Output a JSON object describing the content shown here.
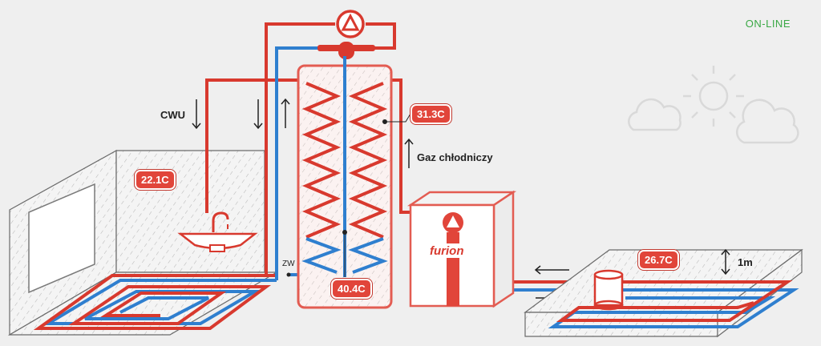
{
  "status": {
    "text": "ON-LINE",
    "color": "#3aa845"
  },
  "labels": {
    "cwu": "CWU",
    "gas": "Gaz chłodniczy",
    "zw": "ZW",
    "depth": "1m",
    "brand": "furion"
  },
  "readings": {
    "room_temp": "22.1C",
    "tank_top_temp": "31.3C",
    "tank_bottom_temp": "40.4C",
    "ground_temp": "26.7C"
  },
  "colors": {
    "hot": "#d8392e",
    "cold": "#2f7fcf",
    "badge": "#e1453a",
    "frame": "#e35c52"
  },
  "icons": [
    "pump-icon",
    "sun-icon",
    "cloud-icon",
    "tap-icon",
    "sink-icon",
    "arrow-up-icon",
    "arrow-down-icon",
    "arrow-left-icon",
    "arrow-right-icon"
  ]
}
